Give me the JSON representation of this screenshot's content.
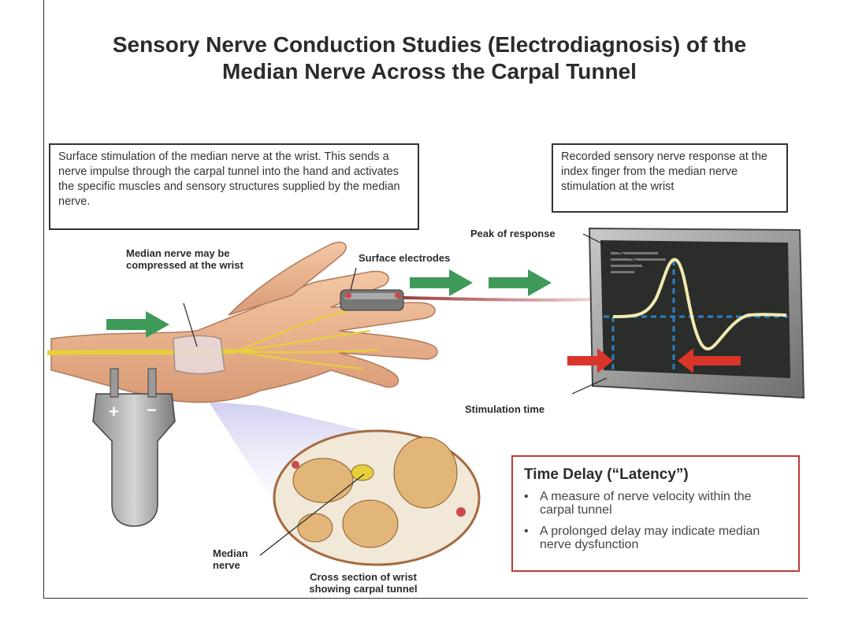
{
  "title": {
    "line1": "Sensory Nerve Conduction Studies (Electrodiagnosis) of the",
    "line2": "Median Nerve Across the Carpal Tunnel"
  },
  "stimulation_box": {
    "text": "Surface stimulation of the median nerve at the wrist. This sends a nerve impulse through the carpal tunnel into the hand and activates the specific muscles and sensory structures supplied by the median nerve."
  },
  "recorded_box": {
    "text": "Recorded sensory nerve response at the index finger from the median nerve stimulation at the wrist"
  },
  "labels": {
    "median_compressed": "Median nerve may be compressed at the wrist",
    "surface_electrodes": "Surface electrodes",
    "peak_of_response": "Peak of response",
    "stimulation_time": "Stimulation time",
    "median_nerve": "Median nerve",
    "cross_section": "Cross section of wrist showing carpal tunnel"
  },
  "stimulator_signs": {
    "plus": "+",
    "minus": "−"
  },
  "latency": {
    "title": "Time Delay (“Latency”)",
    "bullets": [
      "A measure of nerve velocity within the carpal tunnel",
      "A prolonged delay may indicate median nerve dysfunction"
    ]
  },
  "colors": {
    "arrow_green": "#3f9a5a",
    "arrow_red": "#d9352b",
    "latency_border": "#c0393b",
    "trace_yellow": "#f1eab0",
    "guide_blue": "#2f7fc1",
    "nerve_yellow": "#e8cf3a"
  }
}
